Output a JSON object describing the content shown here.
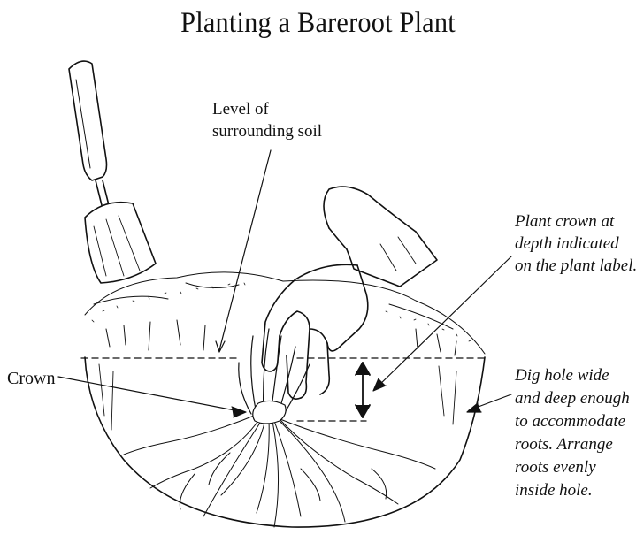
{
  "title": "Planting a Bareroot Plant",
  "labels": {
    "level_of_soil": [
      "Level of",
      "surrounding soil"
    ],
    "crown": "Crown",
    "plant_crown_depth": [
      "Plant crown at",
      "depth indicated",
      "on the plant label."
    ],
    "dig_hole": [
      "Dig hole wide",
      "and deep enough",
      "to accommodate",
      "roots. Arrange",
      "roots evenly",
      "inside hole."
    ]
  },
  "colors": {
    "ink": "#111111",
    "background": "#ffffff"
  }
}
